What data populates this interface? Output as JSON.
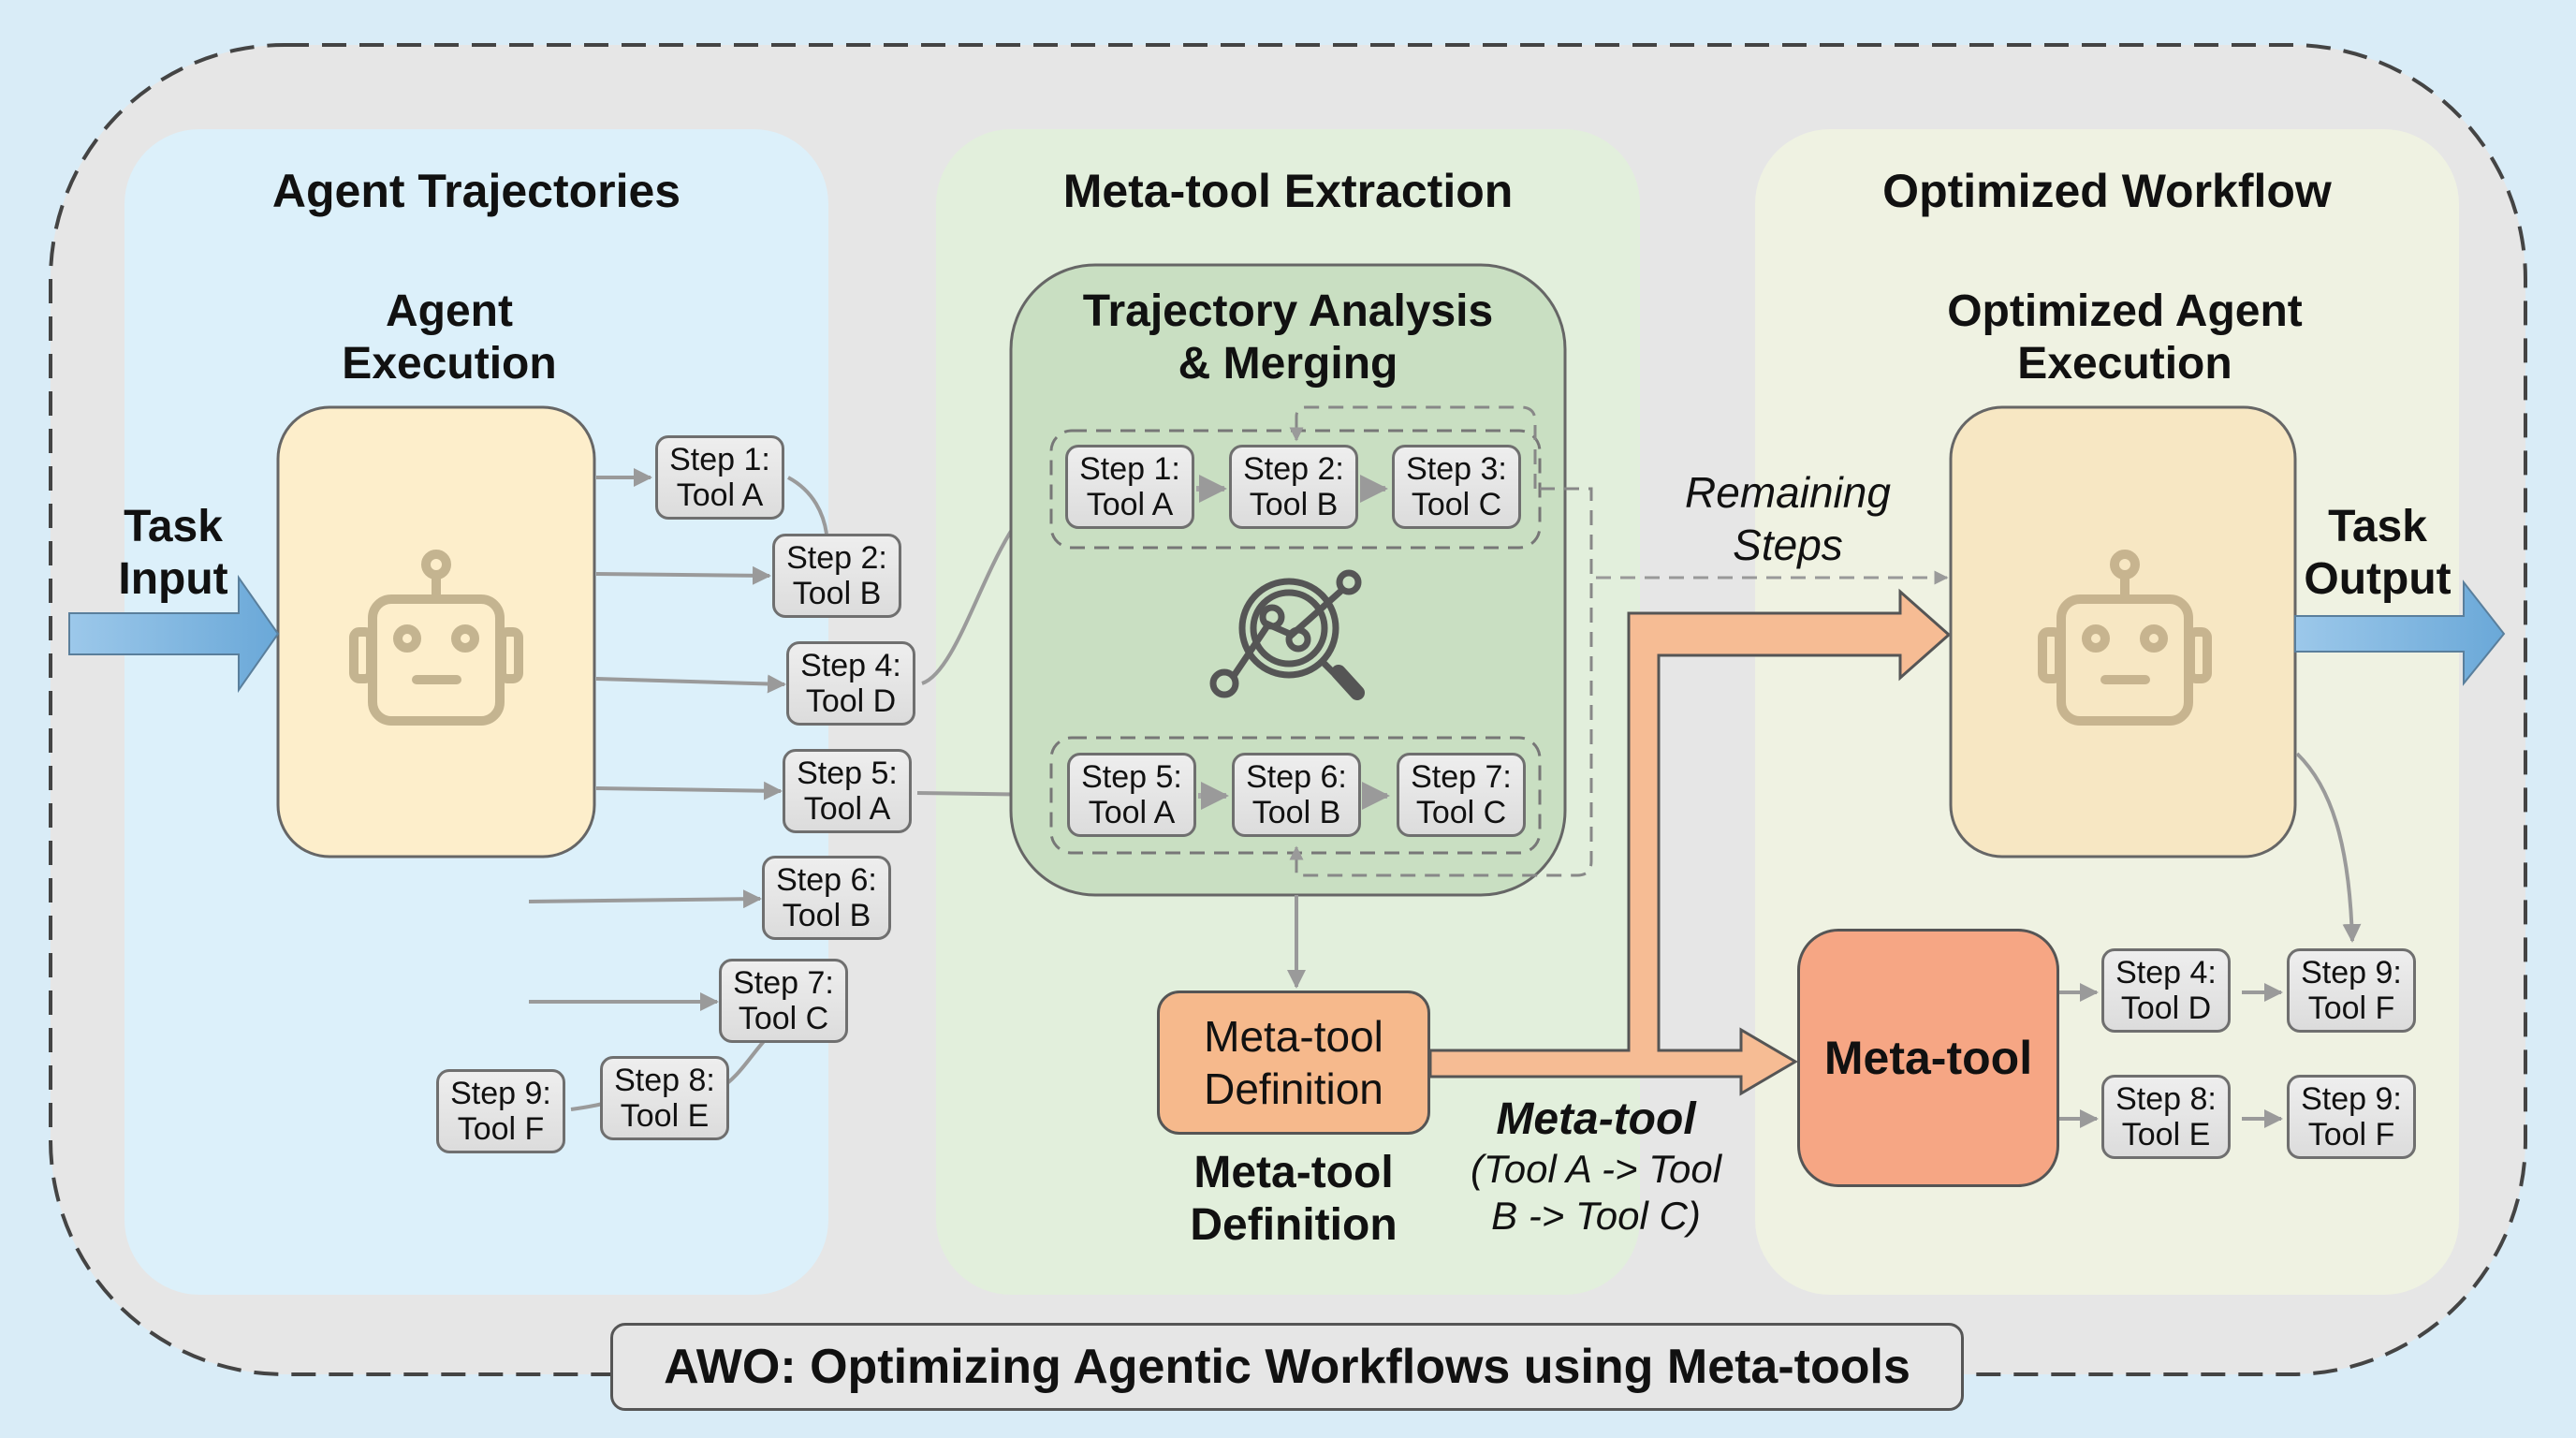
{
  "title": "AWO: Optimizing Agentic Workflows using Meta-tools",
  "colors": {
    "background": "#d9ecf7",
    "outer_container": "#e6e6e6",
    "panel_trajectories": "#dcf0fa",
    "panel_extraction": "#e2efdc",
    "panel_optimized": "#eff2e2",
    "agent_box": "#fdeecb",
    "analysis_box": "#c9dfc2",
    "meta_tool_definition": "#f6b98c",
    "meta_tool": "#f6a684",
    "flow_arrow_blue": "#7fb5de",
    "flow_arrow_orange": "#f6bc94",
    "step_box": "#e2e2e2"
  },
  "task_input": {
    "line1": "Task",
    "line2": "Input"
  },
  "task_output": {
    "line1": "Task",
    "line2": "Output"
  },
  "panels": {
    "trajectories": {
      "title": "Agent Trajectories",
      "agent_label_line1": "Agent",
      "agent_label_line2": "Execution",
      "agent_icon": "robot-icon",
      "steps": [
        {
          "step": "Step 1:",
          "tool": "Tool A"
        },
        {
          "step": "Step 2:",
          "tool": "Tool B"
        },
        {
          "step": "Step 4:",
          "tool": "Tool D"
        },
        {
          "step": "Step 5:",
          "tool": "Tool A"
        },
        {
          "step": "Step 6:",
          "tool": "Tool B"
        },
        {
          "step": "Step 7:",
          "tool": "Tool C"
        },
        {
          "step": "Step 8:",
          "tool": "Tool E"
        },
        {
          "step": "Step 9:",
          "tool": "Tool F"
        }
      ]
    },
    "extraction": {
      "title": "Meta-tool Extraction",
      "analysis_title_line1": "Trajectory Analysis",
      "analysis_title_line2": "& Merging",
      "analysis_icon": "magnifier-chart-icon",
      "group_top": [
        {
          "step": "Step 1:",
          "tool": "Tool A"
        },
        {
          "step": "Step 2:",
          "tool": "Tool B"
        },
        {
          "step": "Step 3:",
          "tool": "Tool C"
        }
      ],
      "group_bottom": [
        {
          "step": "Step 5:",
          "tool": "Tool A"
        },
        {
          "step": "Step 6:",
          "tool": "Tool B"
        },
        {
          "step": "Step 7:",
          "tool": "Tool C"
        }
      ],
      "definition_box_line1": "Meta-tool",
      "definition_box_line2": "Definition",
      "definition_caption_line1": "Meta-tool",
      "definition_caption_line2": "Definition"
    },
    "optimized": {
      "title": "Optimized Workflow",
      "agent_label_line1": "Optimized Agent",
      "agent_label_line2": "Execution",
      "agent_icon": "robot-icon",
      "meta_tool_label": "Meta-tool",
      "steps_top": [
        {
          "step": "Step 4:",
          "tool": "Tool D"
        },
        {
          "step": "Step 9:",
          "tool": "Tool F"
        }
      ],
      "steps_bottom": [
        {
          "step": "Step 8:",
          "tool": "Tool E"
        },
        {
          "step": "Step 9:",
          "tool": "Tool F"
        }
      ]
    }
  },
  "annotations": {
    "remaining_steps_line1": "Remaining",
    "remaining_steps_line2": "Steps",
    "meta_tool_caption": "Meta-tool",
    "meta_tool_sequence_line1": "(Tool A -> Tool",
    "meta_tool_sequence_line2": "B -> Tool C)"
  }
}
